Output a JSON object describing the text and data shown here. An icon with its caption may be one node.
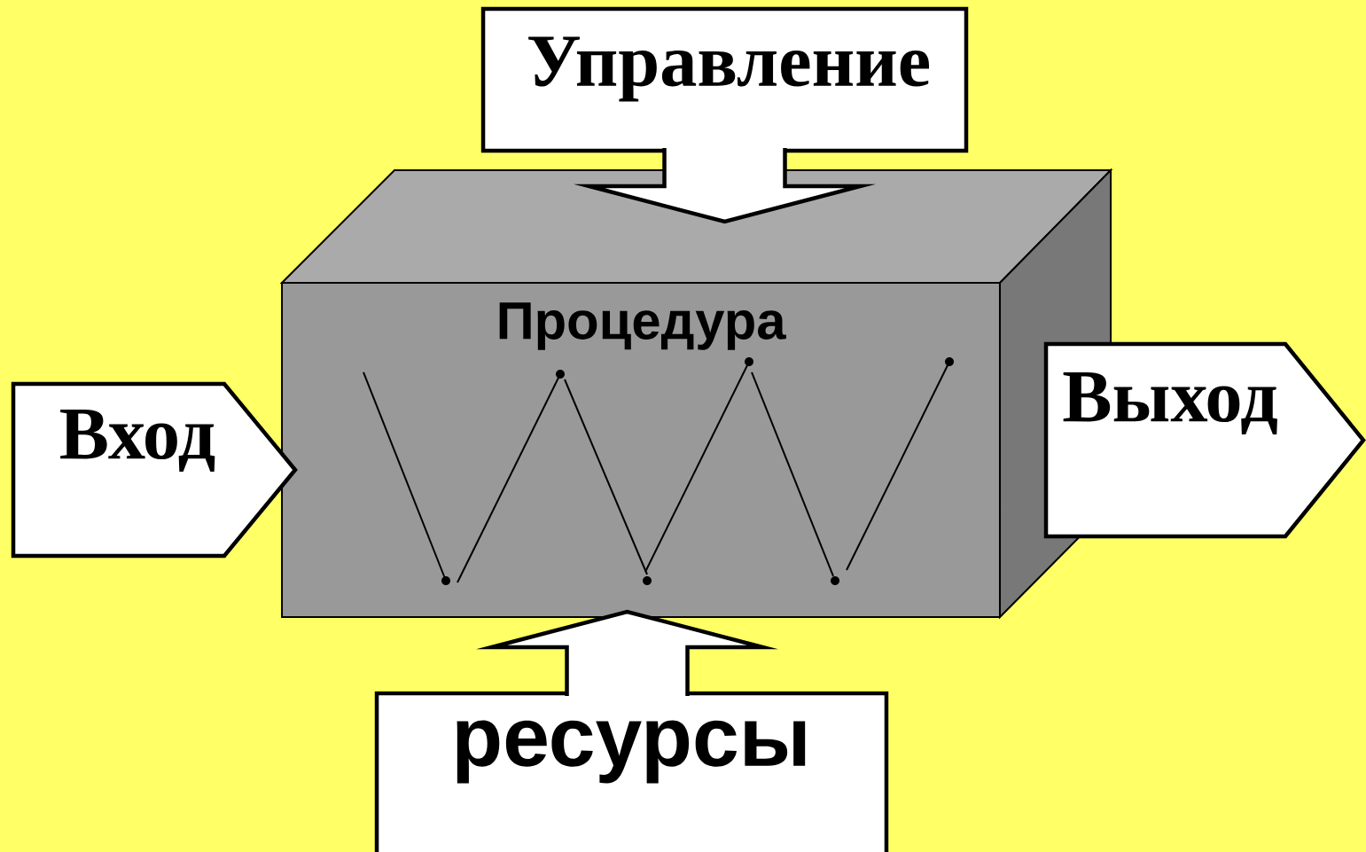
{
  "diagram": {
    "nodes": [
      {
        "text": [
          "Управление"
        ]
      },
      {
        "text": [
          "Процедура"
        ]
      },
      {
        "text": [
          "Вход"
        ]
      },
      {
        "text": [
          "Выход"
        ]
      },
      {
        "text": [
          "ресурсы"
        ]
      }
    ],
    "edges": [
      {
        "from": 0,
        "to": 1,
        "arrow": "to"
      },
      {
        "from": 4,
        "to": 1,
        "arrow": "to"
      }
    ]
  }
}
